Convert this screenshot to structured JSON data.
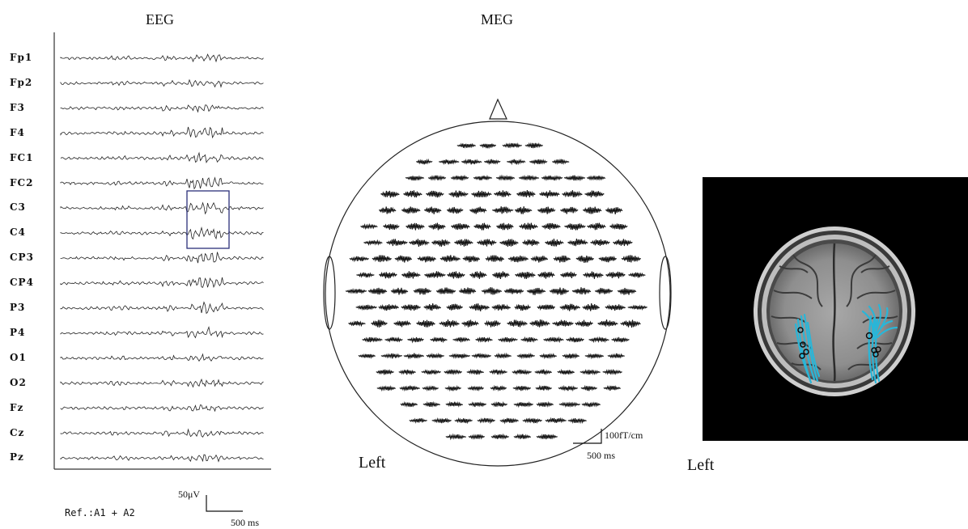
{
  "eeg": {
    "title": "EEG",
    "channels": [
      "Fp1",
      "Fp2",
      "F3",
      "F4",
      "FC1",
      "FC2",
      "C3",
      "C4",
      "CP3",
      "CP4",
      "P3",
      "P4",
      "O1",
      "O2",
      "Fz",
      "Cz",
      "Pz"
    ],
    "reference": "Ref.:A1 + A2",
    "scale_amplitude": "50μV",
    "scale_time": "500 ms"
  },
  "meg": {
    "title": "MEG",
    "scale_amplitude": "100fT/cm",
    "scale_time": "500 ms",
    "side_label": "Left"
  },
  "mri": {
    "side_label": "Left",
    "background_color": "#000000",
    "source_color": "#29b6d8"
  }
}
